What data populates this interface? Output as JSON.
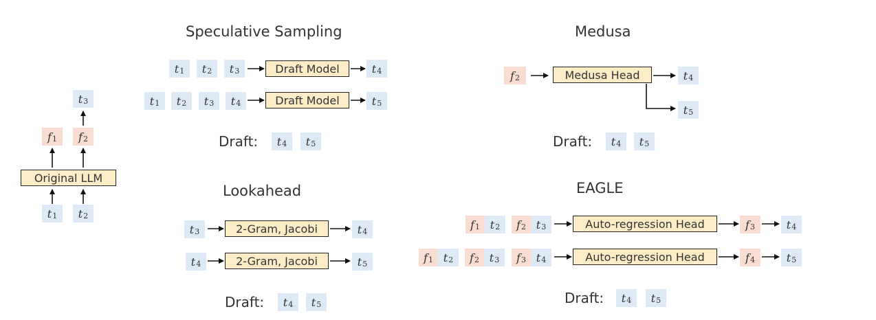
{
  "titles": {
    "speculative": "Speculative Sampling",
    "medusa": "Medusa",
    "lookahead": "Lookahead",
    "eagle": "EAGLE"
  },
  "draft_label": "Draft:",
  "boxes": {
    "original_llm": "Original LLM",
    "draft_model": "Draft Model",
    "medusa_head": "Medusa Head",
    "jacobi": "2-Gram, Jacobi",
    "autoregression": "Auto-regression Head"
  },
  "tokens": {
    "t": "t",
    "f": "f",
    "sub1": "1",
    "sub2": "2",
    "sub3": "3",
    "sub4": "4",
    "sub5": "5"
  },
  "colors": {
    "token_t_bg": "#dde9f5",
    "feature_f_bg": "#f9ddd2",
    "box_bg": "#fdedc6"
  }
}
